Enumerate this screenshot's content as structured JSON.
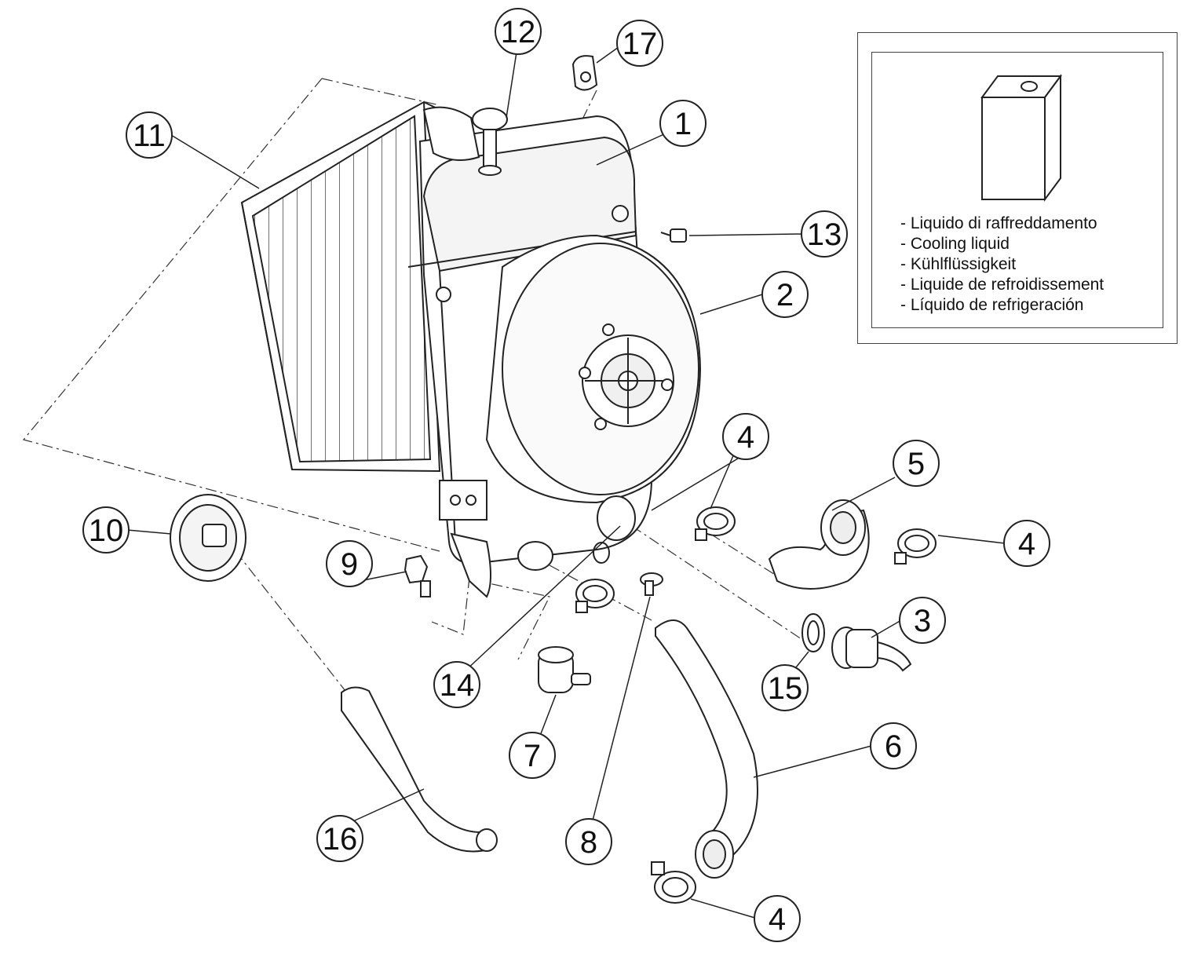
{
  "callouts": [
    {
      "id": "c1",
      "label": "1"
    },
    {
      "id": "c2",
      "label": "2"
    },
    {
      "id": "c3",
      "label": "3"
    },
    {
      "id": "c4a",
      "label": "4"
    },
    {
      "id": "c4b",
      "label": "4"
    },
    {
      "id": "c4c",
      "label": "4"
    },
    {
      "id": "c5",
      "label": "5"
    },
    {
      "id": "c6",
      "label": "6"
    },
    {
      "id": "c7",
      "label": "7"
    },
    {
      "id": "c8",
      "label": "8"
    },
    {
      "id": "c9",
      "label": "9"
    },
    {
      "id": "c10",
      "label": "10"
    },
    {
      "id": "c11",
      "label": "11"
    },
    {
      "id": "c12",
      "label": "12"
    },
    {
      "id": "c13",
      "label": "13"
    },
    {
      "id": "c14",
      "label": "14"
    },
    {
      "id": "c15",
      "label": "15"
    },
    {
      "id": "c16",
      "label": "16"
    },
    {
      "id": "c17",
      "label": "17"
    }
  ],
  "legend": {
    "items": [
      "- Liquido di raffreddamento",
      "- Cooling liquid",
      "- Kühlflüssigkeit",
      "- Liquide de refroidissement",
      "- Líquido de refrigeración"
    ]
  },
  "colors": {
    "line": "#222222",
    "fill": "#ffffff",
    "shade": "#dcdcdc"
  }
}
